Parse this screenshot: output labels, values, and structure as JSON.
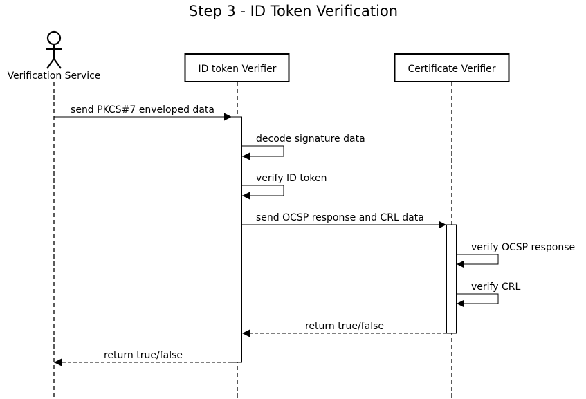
{
  "title": "Step 3 - ID Token Verification",
  "actor": {
    "label": "Verification Service",
    "icon": "stick-figure-icon"
  },
  "participants": [
    {
      "id": "id-token-verifier",
      "label": "ID token Verifier"
    },
    {
      "id": "certificate-verifier",
      "label": "Certificate Verifier"
    }
  ],
  "messages": [
    {
      "label": "send PKCS#7 enveloped data",
      "from": "Verification Service",
      "to": "ID token Verifier",
      "style": "solid"
    },
    {
      "label": "decode signature data",
      "from": "ID token Verifier",
      "to": "ID token Verifier",
      "style": "self"
    },
    {
      "label": "verify ID token",
      "from": "ID token Verifier",
      "to": "ID token Verifier",
      "style": "self"
    },
    {
      "label": "send OCSP response and CRL data",
      "from": "ID token Verifier",
      "to": "Certificate Verifier",
      "style": "solid"
    },
    {
      "label": "verify OCSP response",
      "from": "Certificate Verifier",
      "to": "Certificate Verifier",
      "style": "self"
    },
    {
      "label": "verify CRL",
      "from": "Certificate Verifier",
      "to": "Certificate Verifier",
      "style": "self"
    },
    {
      "label": "return true/false",
      "from": "Certificate Verifier",
      "to": "ID token Verifier",
      "style": "dashed"
    },
    {
      "label": "return true/false",
      "from": "ID token Verifier",
      "to": "Verification Service",
      "style": "dashed"
    }
  ],
  "colors": {
    "line": "#000000",
    "background": "#ffffff"
  }
}
